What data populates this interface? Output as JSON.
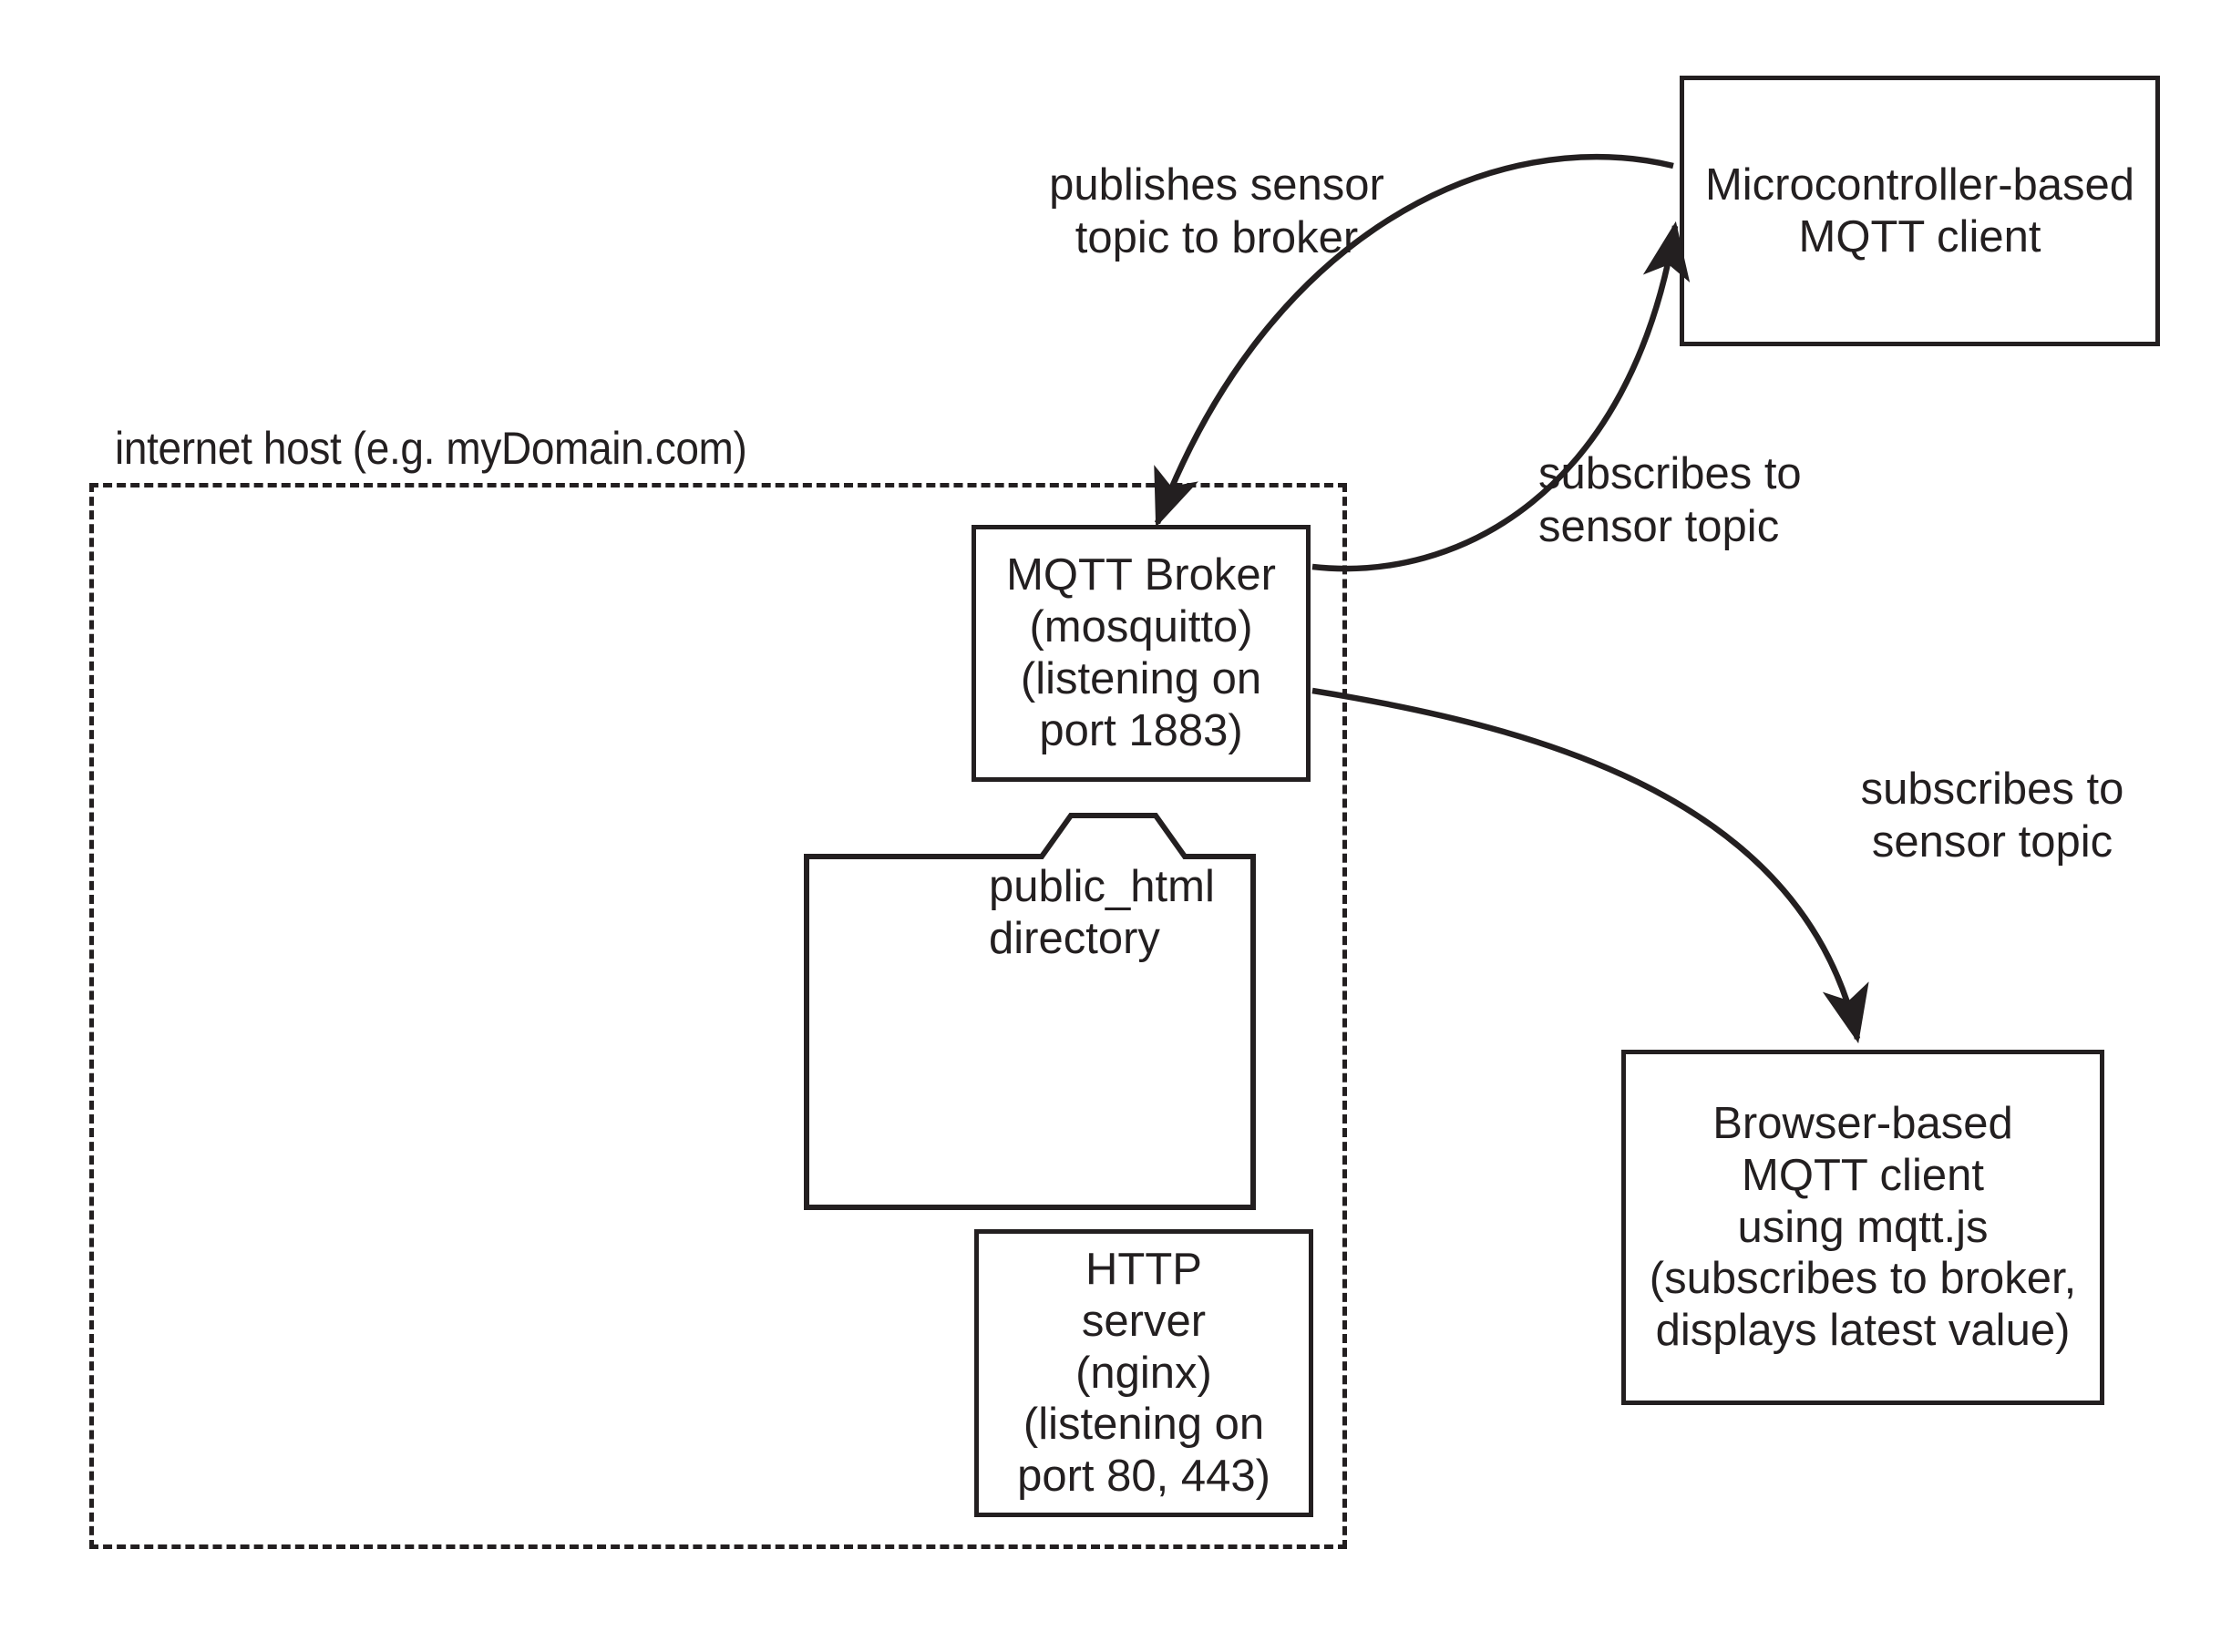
{
  "diagram": {
    "title_label": "internet host (e.g. myDomain.com)",
    "nodes": {
      "microcontroller_client": "Microcontroller-based\nMQTT client",
      "mqtt_broker": "MQTT Broker\n(mosquitto)\n(listening on\nport 1883)",
      "public_html_directory": "public_html\ndirectory",
      "http_server": "HTTP\nserver\n(nginx)\n(listening on\nport 80, 443)",
      "browser_client": "Browser-based\nMQTT client\nusing mqtt.js\n(subscribes to broker,\ndisplays latest value)"
    },
    "edges": {
      "publish_label": "publishes sensor\ntopic to broker",
      "subscribe_micro_label": "subscribes to\nsensor topic",
      "subscribe_browser_label": "subscribes to\nsensor topic"
    },
    "colors": {
      "stroke": "#231f20",
      "background": "#ffffff"
    }
  }
}
